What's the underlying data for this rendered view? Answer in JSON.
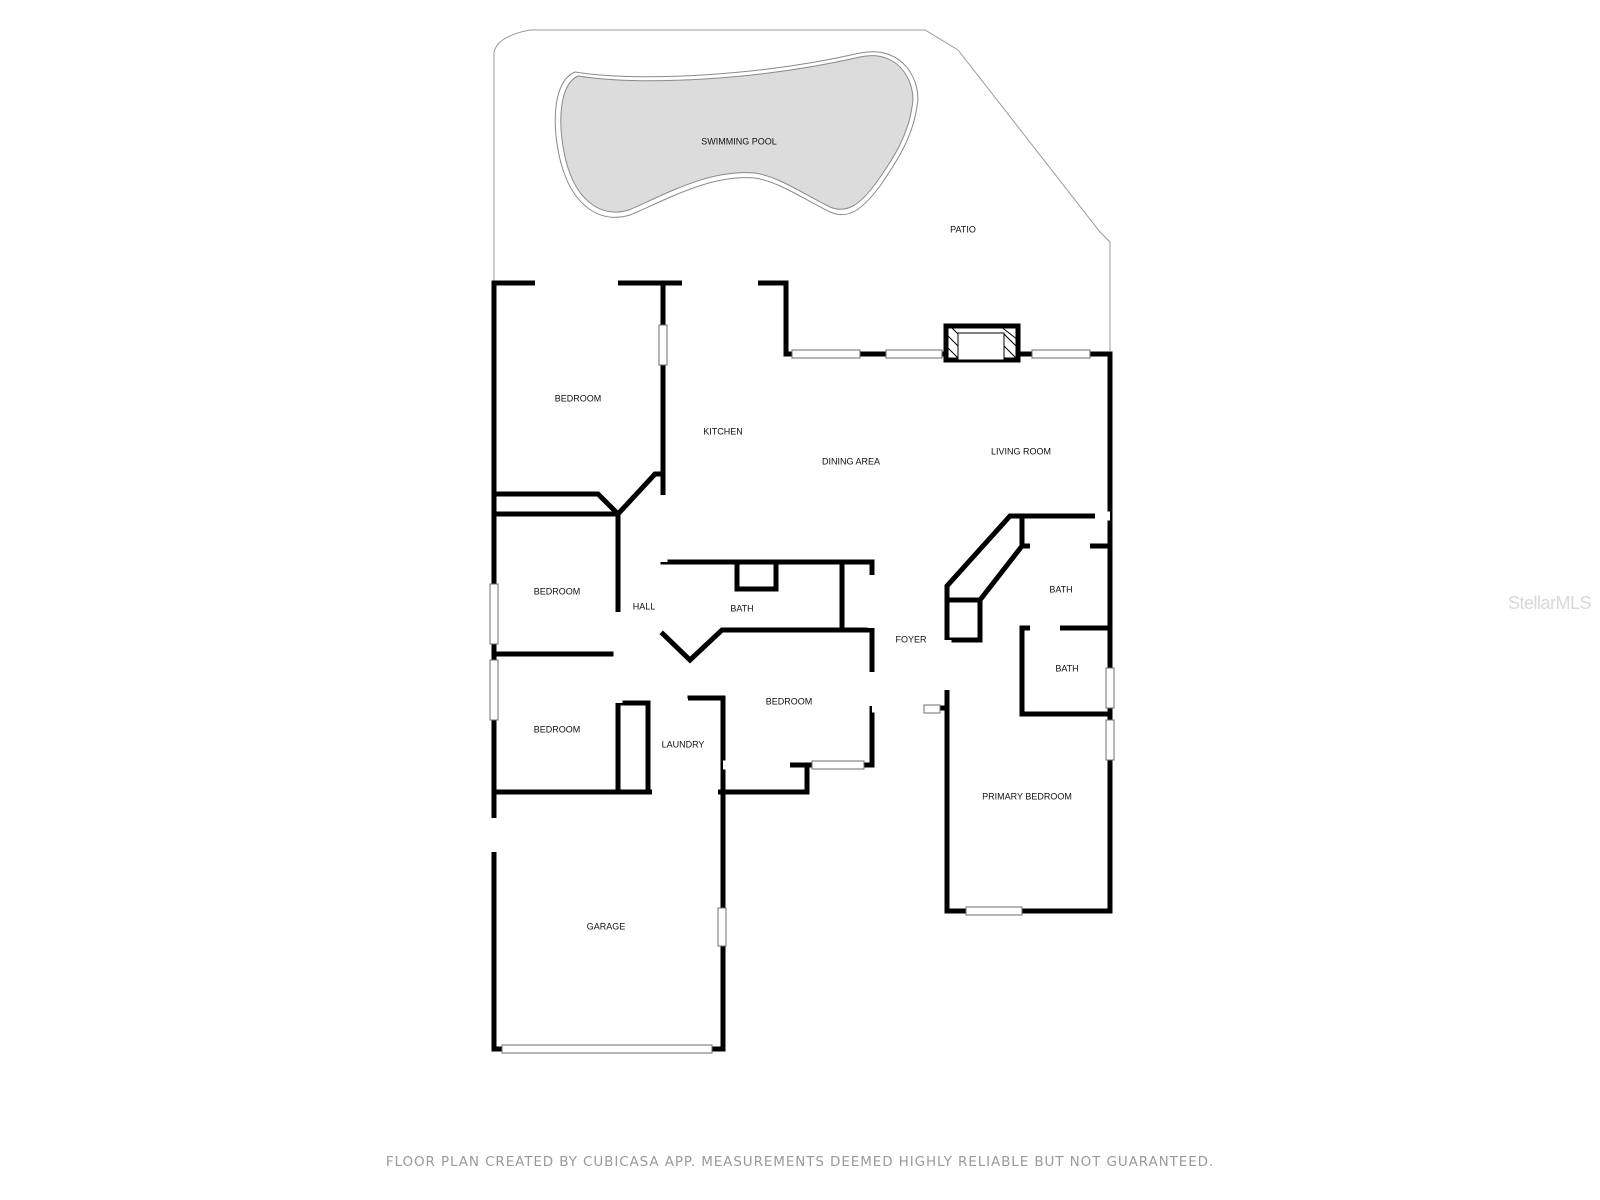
{
  "rooms": {
    "swimming_pool": "SWIMMING POOL",
    "patio": "PATIO",
    "bedroom_1": "BEDROOM",
    "kitchen": "KITCHEN",
    "dining_area": "DINING AREA",
    "living_room": "LIVING ROOM",
    "bedroom_2": "BEDROOM",
    "hall": "HALL",
    "bath_1": "BATH",
    "foyer": "FOYER",
    "bath_2": "BATH",
    "bath_3": "BATH",
    "bedroom_3": "BEDROOM",
    "laundry": "LAUNDRY",
    "bedroom_4": "BEDROOM",
    "primary_bedroom": "PRIMARY BEDROOM",
    "garage": "GARAGE"
  },
  "disclaimer": "FLOOR PLAN CREATED BY CUBICASA APP. MEASUREMENTS DEEMED HIGHLY RELIABLE BUT NOT GUARANTEED.",
  "watermark": "StellarMLS"
}
